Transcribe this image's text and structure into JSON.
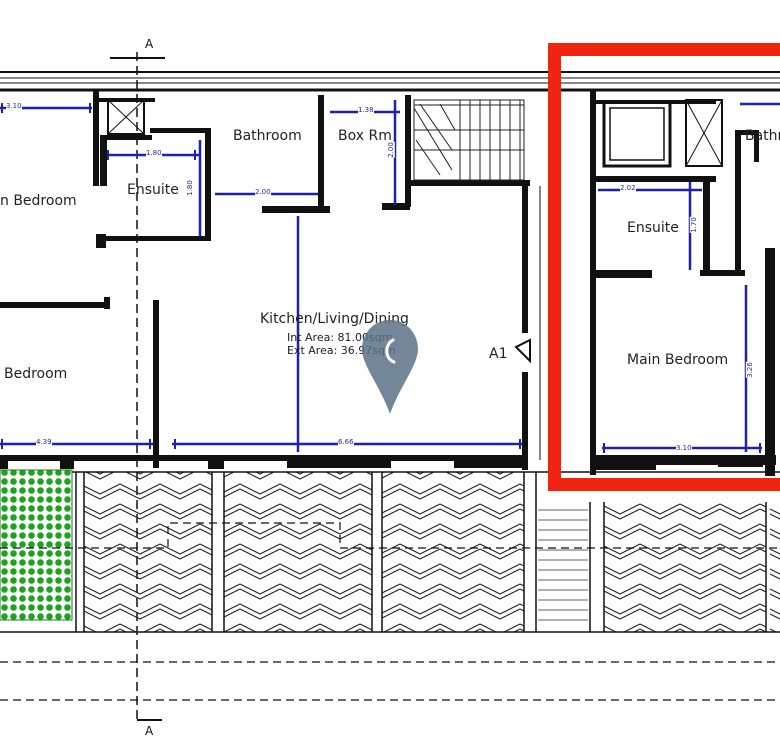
{
  "rooms": {
    "bedroom_left_top": "n Bedroom",
    "ensuite_left": "Ensuite",
    "bathroom_mid": "Bathroom",
    "box_room": "Box Rm",
    "bedroom_left_bottom": "Bedroom",
    "kitchen": "Kitchen/Living/Dining",
    "int_area": "Int Area: 81.00sqm",
    "ext_area": "Ext Area: 36.97sqm",
    "ensuite_right": "Ensuite",
    "main_bedroom": "Main Bedroom",
    "bathroom_right": "Bathr"
  },
  "dimensions": {
    "d_310_top": "3.10",
    "d_180_h": "1.80",
    "d_180_v": "1.80",
    "d_138": "1.38",
    "d_200_h": "2.00",
    "d_200_v": "2.00",
    "d_439": "4.39",
    "d_666": "6.66",
    "d_202": "2.02",
    "d_170": "1.70",
    "d_326": "3.26",
    "d_310_bottom": "3.10"
  },
  "section_marks": {
    "top": "A",
    "bottom": "A",
    "unit": "A1"
  },
  "colors": {
    "wall": "#111111",
    "dimension": "#1f1fb0",
    "highlight": "#f0240f",
    "garden": "#1fa31f",
    "marker": "#5b7286"
  },
  "icons": [
    "location-pin-icon"
  ]
}
